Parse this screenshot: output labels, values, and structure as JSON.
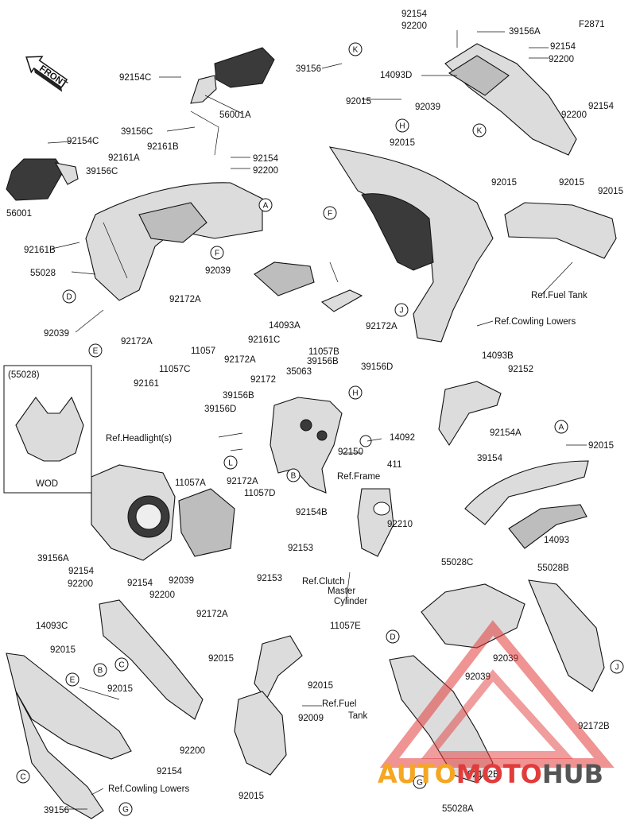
{
  "figure_code": "F2871",
  "front_arrow_text": "FRONT",
  "wod_box": {
    "title": "(55028)",
    "caption": "WOD"
  },
  "watermark": {
    "part1": "AUTO",
    "part2": "MOTO",
    "part3": "HUB",
    "color1": "#f5a623",
    "color2": "#e23b3b",
    "color3": "#555555"
  },
  "labels": [
    "92154",
    "92200",
    "39156A",
    "F2871",
    "39156",
    "14093D",
    "92154",
    "92200",
    "92154C",
    "56001A",
    "92015",
    "92039",
    "92154",
    "92200",
    "92015",
    "39156C",
    "92015",
    "92015",
    "92015",
    "92154C",
    "92161A",
    "92161B",
    "39156C",
    "92154",
    "92200",
    "56001",
    "92161B",
    "55028",
    "92039",
    "92172A",
    "14093A",
    "92172A",
    "92039",
    "92172A",
    "11057",
    "11057B",
    "92161C",
    "92172A",
    "11057C",
    "92161",
    "Ref.Fuel Tank",
    "Ref.Cowling Lowers",
    "14093B",
    "92152",
    "92172",
    "35063",
    "39156B",
    "39156D",
    "39156B",
    "39156D",
    "92154A",
    "14092",
    "92015",
    "92150",
    "Ref.Headlight(s)",
    "11057A",
    "92172A",
    "11057D",
    "Ref.Frame",
    "411",
    "39154",
    "92154B",
    "92210",
    "92153",
    "92153",
    "14093",
    "Ref.Clutch",
    "Master",
    "Cylinder",
    "39156A",
    "92154",
    "92154",
    "92200",
    "92200",
    "92039",
    "14093C",
    "92172A",
    "11057E",
    "92015",
    "92015",
    "92009",
    "92015",
    "92015",
    "Ref.Fuel",
    "Tank",
    "92200",
    "92154",
    "92015",
    "Ref.Cowling Lowers",
    "39156",
    "55028C",
    "55028B",
    "92039",
    "92039",
    "92172B",
    "92172B",
    "55028A"
  ],
  "callouts": [
    "K",
    "H",
    "K",
    "F",
    "A",
    "F",
    "D",
    "E",
    "J",
    "H",
    "L",
    "B",
    "A",
    "B",
    "C",
    "E",
    "D",
    "C",
    "G",
    "G",
    "J"
  ]
}
